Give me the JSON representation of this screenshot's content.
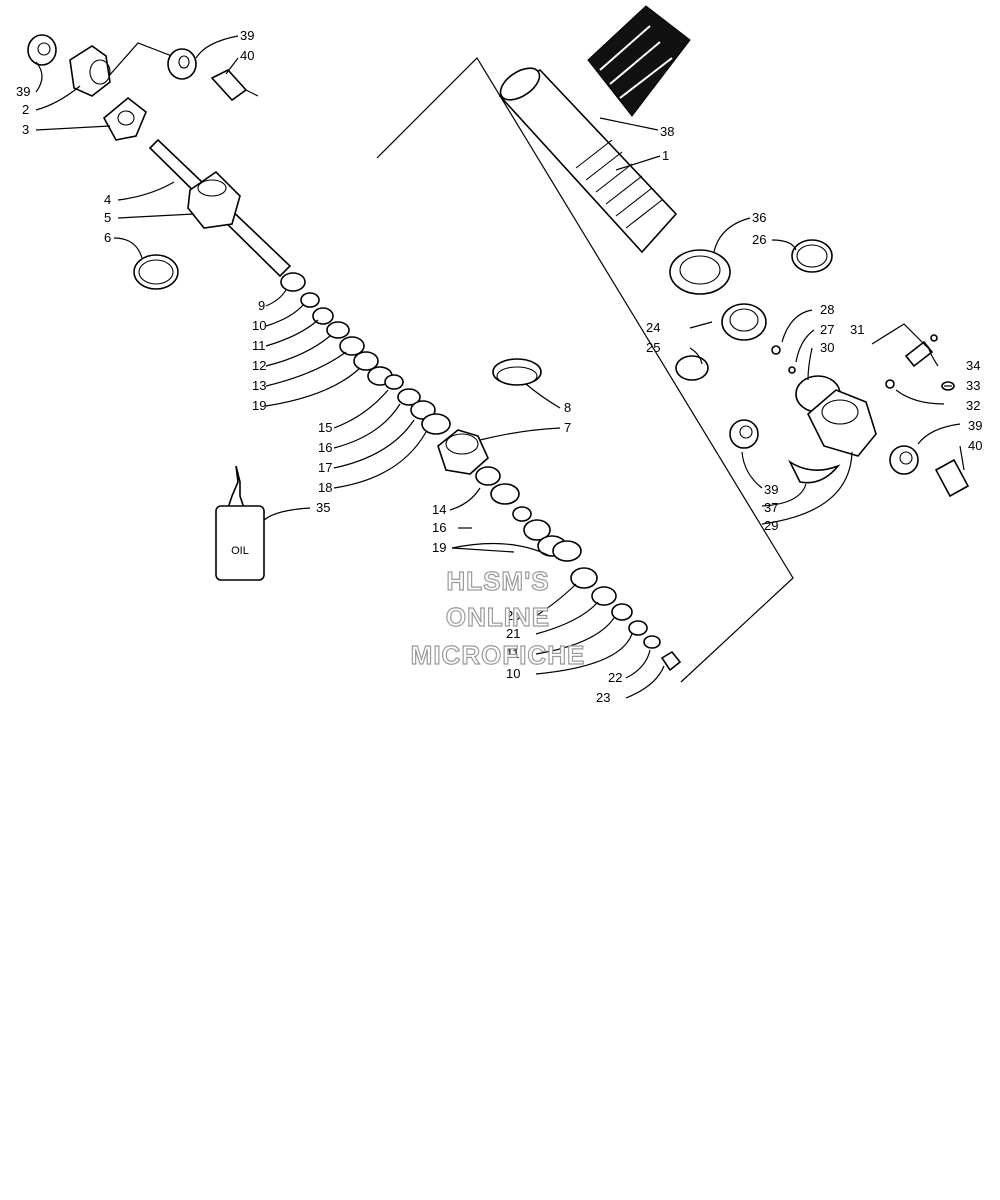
{
  "callouts": [
    {
      "id": "c1",
      "text": "1"
    },
    {
      "id": "c2",
      "text": "2"
    },
    {
      "id": "c3",
      "text": "3"
    },
    {
      "id": "c4",
      "text": "4"
    },
    {
      "id": "c5",
      "text": "5"
    },
    {
      "id": "c6",
      "text": "6"
    },
    {
      "id": "c7",
      "text": "7"
    },
    {
      "id": "c8",
      "text": "8"
    },
    {
      "id": "c9",
      "text": "9"
    },
    {
      "id": "c10a",
      "text": "10"
    },
    {
      "id": "c10b",
      "text": "10"
    },
    {
      "id": "c11a",
      "text": "11"
    },
    {
      "id": "c11b",
      "text": "11"
    },
    {
      "id": "c12",
      "text": "12"
    },
    {
      "id": "c13",
      "text": "13"
    },
    {
      "id": "c14",
      "text": "14"
    },
    {
      "id": "c15",
      "text": "15"
    },
    {
      "id": "c16a",
      "text": "16"
    },
    {
      "id": "c16b",
      "text": "16"
    },
    {
      "id": "c17",
      "text": "17"
    },
    {
      "id": "c18",
      "text": "18"
    },
    {
      "id": "c19a",
      "text": "19"
    },
    {
      "id": "c19b",
      "text": "19"
    },
    {
      "id": "c20",
      "text": "20"
    },
    {
      "id": "c21",
      "text": "21"
    },
    {
      "id": "c22",
      "text": "22"
    },
    {
      "id": "c23",
      "text": "23"
    },
    {
      "id": "c24",
      "text": "24"
    },
    {
      "id": "c25",
      "text": "25"
    },
    {
      "id": "c26",
      "text": "26"
    },
    {
      "id": "c27",
      "text": "27"
    },
    {
      "id": "c28",
      "text": "28"
    },
    {
      "id": "c29",
      "text": "29"
    },
    {
      "id": "c30",
      "text": "30"
    },
    {
      "id": "c31",
      "text": "31"
    },
    {
      "id": "c32",
      "text": "32"
    },
    {
      "id": "c33",
      "text": "33"
    },
    {
      "id": "c34",
      "text": "34"
    },
    {
      "id": "c35",
      "text": "35"
    },
    {
      "id": "c36",
      "text": "36"
    },
    {
      "id": "c37",
      "text": "37"
    },
    {
      "id": "c38",
      "text": "38"
    },
    {
      "id": "c39a",
      "text": "39"
    },
    {
      "id": "c39b",
      "text": "39"
    },
    {
      "id": "c39c",
      "text": "39"
    },
    {
      "id": "c39d",
      "text": "39"
    },
    {
      "id": "c40a",
      "text": "40"
    },
    {
      "id": "c40b",
      "text": "40"
    }
  ],
  "bottle_label": "OIL",
  "watermark": [
    "HLSM'S",
    "ONLINE",
    "MICROFICHE"
  ]
}
